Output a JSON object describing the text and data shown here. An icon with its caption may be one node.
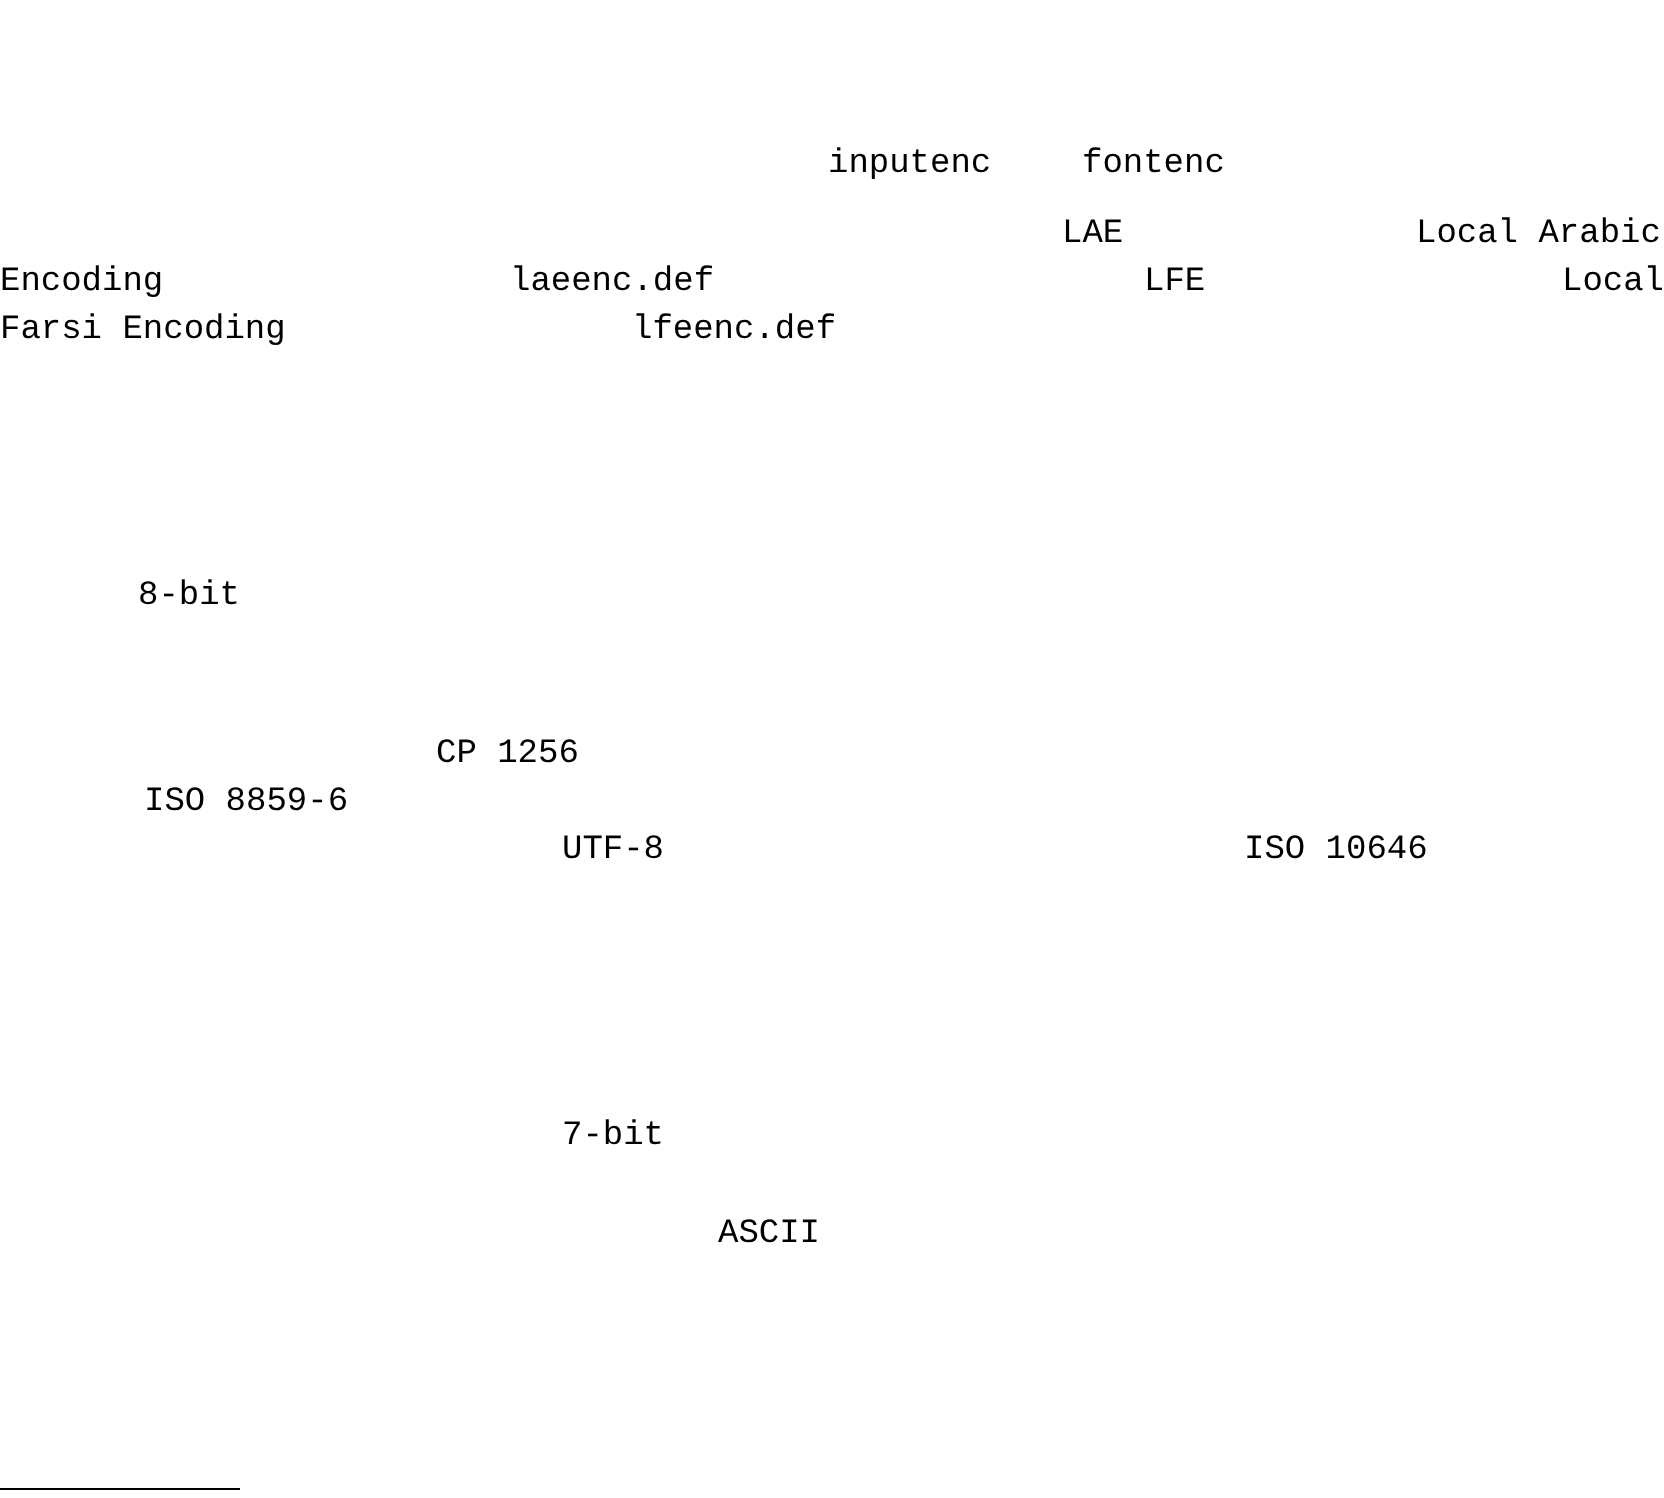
{
  "diagram": {
    "labels": [
      "inputenc",
      "fontenc",
      "LAE",
      "Local Arabic",
      "Encoding",
      "laeenc.def",
      "LFE",
      "Local",
      "Farsi Encoding",
      "lfeenc.def",
      "8-bit",
      "CP 1256",
      "ISO 8859-6",
      "UTF-8",
      "ISO 10646",
      "7-bit",
      "ASCII"
    ]
  }
}
